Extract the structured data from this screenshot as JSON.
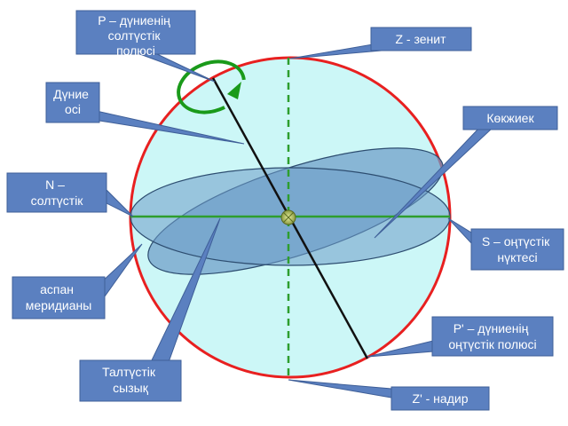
{
  "labels": {
    "north_pole": [
      "P – дүниенің",
      "солтүстік",
      "полюсі"
    ],
    "zenith": [
      "Z - зенит"
    ],
    "world_axis": [
      "Дүние",
      "осі"
    ],
    "horizon": [
      "Көкжиек"
    ],
    "north_point": [
      "N –",
      "солтүстік"
    ],
    "south_point": [
      "S – оңтүстік",
      "нүктесі"
    ],
    "meridian": [
      "аспан",
      "меридианы"
    ],
    "south_pole": [
      "P' – дүниенің",
      "оңтүстік полюсі"
    ],
    "noon_line": [
      "Талтүстік",
      "сызық"
    ],
    "nadir": [
      "Z' - надир"
    ]
  },
  "colors": {
    "sphere_fill": "#ccf7f7",
    "sphere_stroke": "#e82020",
    "plane_fill": "#6e9cc8",
    "plane_stroke": "#2d4d70",
    "callout_fill": "#5b80c0",
    "callout_stroke": "#3f5f98",
    "vertical_line": "#2e9e2e",
    "horizontal_line": "#2e9e2e",
    "rotation_arrow": "#1a9a1a",
    "axis_line": "#111111"
  }
}
